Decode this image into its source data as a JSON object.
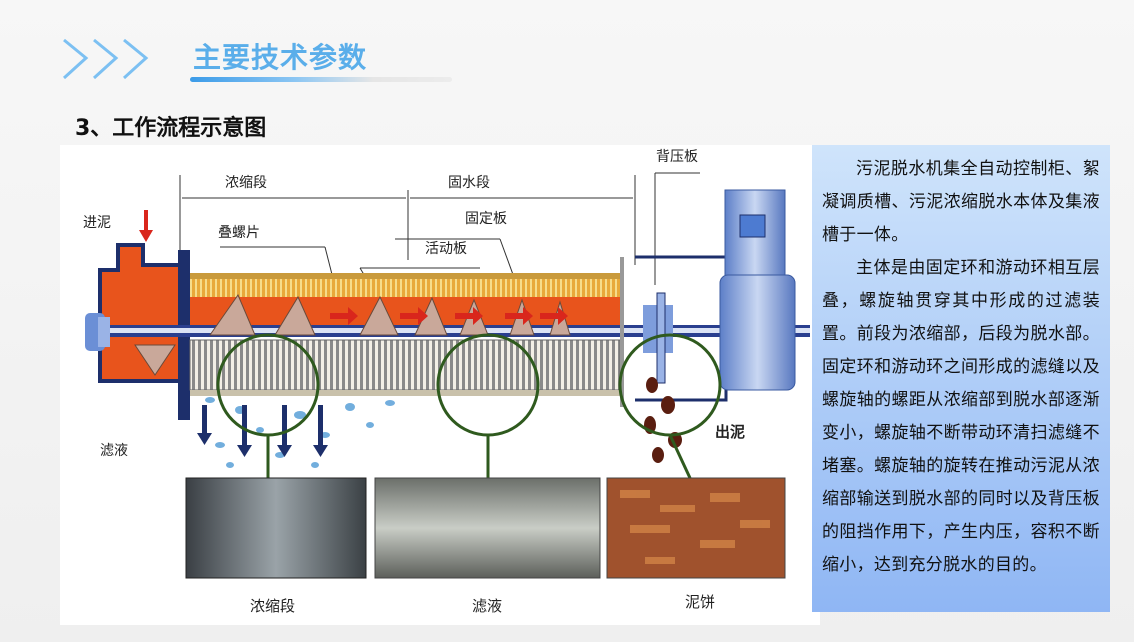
{
  "header": {
    "title": "主要技术参数",
    "icon": "triple-chevron-right-icon"
  },
  "section": {
    "title": "3、工作流程示意图"
  },
  "diagram": {
    "labels": {
      "inlet": "进泥",
      "thickening": "浓缩段",
      "dewatering": "固水段",
      "stacked_screw": "叠螺片",
      "fixed_plate": "固定板",
      "moving_plate": "活动板",
      "back_pressure_plate": "背压板",
      "filtrate": "滤液",
      "sludge_out": "出泥"
    },
    "captions": [
      "浓缩段",
      "滤液",
      "泥饼"
    ]
  },
  "description": {
    "paragraphs": [
      "污泥脱水机集全自动控制柜、絮凝调质槽、污泥浓缩脱水本体及集液槽于一体。",
      "主体是由固定环和游动环相互层叠，螺旋轴贯穿其中形成的过滤装置。前段为浓缩部，后段为脱水部。固定环和游动环之间形成的滤缝以及螺旋轴的螺距从浓缩部到脱水部逐渐变小，螺旋轴不断带动环清扫滤缝不堵塞。螺旋轴的旋转在推动污泥从浓缩部输送到脱水部的同时以及背压板的阻挡作用下，产生内压，容积不断缩小，达到充分脱水的目的。"
    ]
  },
  "colors": {
    "accent": "#5aaeea",
    "sludge": "#e8541c",
    "shaft": "#1d2f6b",
    "circle": "#2f5a1e"
  }
}
